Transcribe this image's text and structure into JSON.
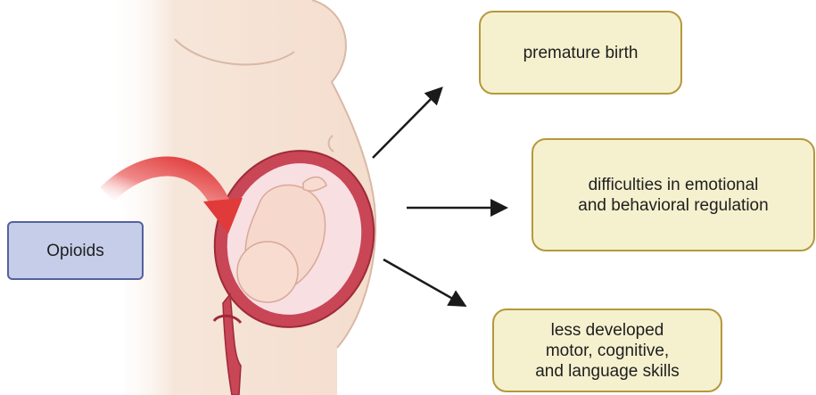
{
  "source": {
    "label": "Opioids"
  },
  "outcomes": [
    {
      "lines": [
        "premature birth"
      ]
    },
    {
      "lines": [
        "difficulties in emotional",
        "and behavioral regulation"
      ]
    },
    {
      "lines": [
        "less developed",
        "motor, cognitive,",
        "and language skills"
      ]
    }
  ],
  "colors": {
    "source_fill": "#c5cde8",
    "source_border": "#5560a0",
    "outcome_fill": "#f5f1cf",
    "outcome_border": "#b5983a",
    "arrow": "#1a1a1a",
    "curved_arrow": "#e03a3a",
    "skin": "#f6e4d6",
    "uterus": "#b83a48",
    "amniotic": "#f8dfe2"
  }
}
